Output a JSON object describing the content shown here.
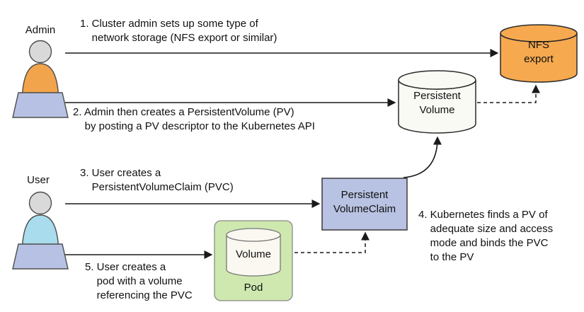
{
  "diagram": {
    "actors": {
      "admin_label": "Admin",
      "user_label": "User"
    },
    "steps": {
      "step1": "1. Cluster admin sets up some type of\n    network storage (NFS export or similar)",
      "step2": "2. Admin then creates a PersistentVolume (PV)\n    by posting a PV descriptor to the Kubernetes API",
      "step3": "3. User creates a\n    PersistentVolumeClaim (PVC)",
      "step4": "4. Kubernetes finds a PV of\n    adequate size and access\n    mode and binds the PVC\n    to the PV",
      "step5": "5. User creates a\n    pod with a volume\n    referencing the PVC"
    },
    "nodes": {
      "nfs_export": "NFS\nexport",
      "persistent_volume": "Persistent\nVolume",
      "persistent_volume_claim": "Persistent\nVolumeClaim",
      "volume": "Volume",
      "pod": "Pod"
    },
    "colors": {
      "nfs_fill": "#F6A94F",
      "pv_fill": "#FAFAF5",
      "pvc_fill": "#B8C2E2",
      "pod_fill": "#CEE8AF",
      "volume_fill": "#FAF8F0",
      "admin_body": "#F2A44C",
      "user_body": "#A9DCEC",
      "laptop": "#B6C1E3",
      "head": "#D9D9D9",
      "line": "#1A1A1A"
    }
  }
}
